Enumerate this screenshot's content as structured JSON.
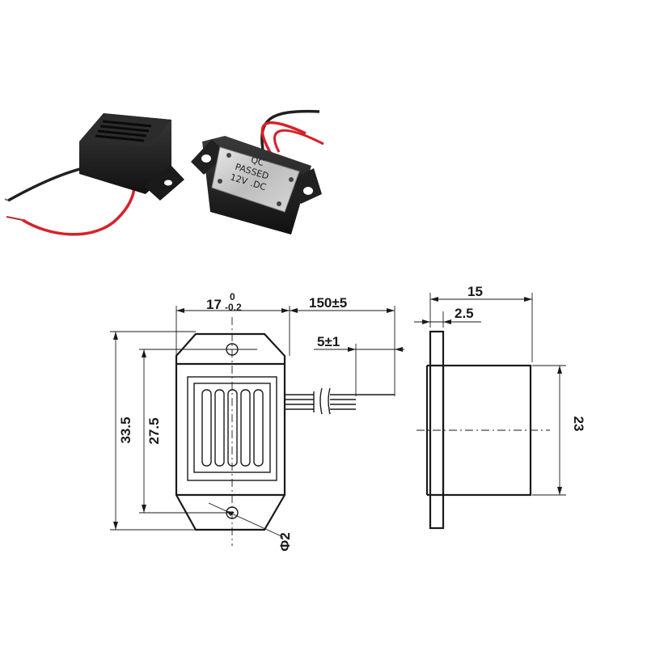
{
  "photo": {
    "plate_lines": [
      "QC",
      "PASSED",
      "12V",
      ".DC"
    ]
  },
  "drawing": {
    "dim_width": "17",
    "dim_width_tol_upper": "0",
    "dim_width_tol_lower": "-0.2",
    "dim_lead_length": "150±5",
    "dim_strip_length": "5±1",
    "dim_overall_height": "33.5",
    "dim_body_height": "27.5",
    "dim_hole_diameter": "Φ2",
    "dim_depth": "15",
    "dim_flange_thickness": "2.5",
    "dim_side_height": "23"
  },
  "colors": {
    "body": "#1c1c1c",
    "plate": "#cfcfcf",
    "wire_red": "#d8202a",
    "wire_black": "#202020",
    "line": "#1a1a1a"
  }
}
